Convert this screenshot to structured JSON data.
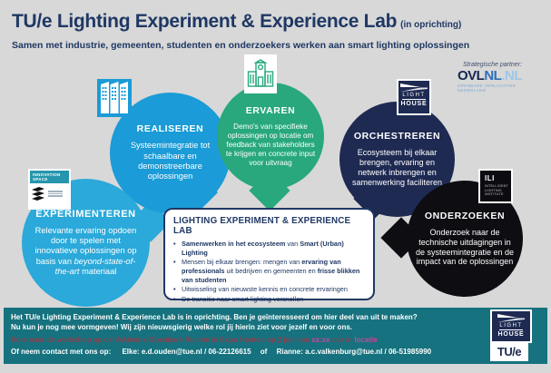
{
  "header": {
    "title": "TU/e Lighting Experiment & Experience Lab",
    "title_suffix": "(in oprichting)",
    "subtitle": "Samen met industrie, gemeenten, studenten en onderzoekers werken aan smart lighting oplossingen"
  },
  "partner": {
    "label": "Strategische partner:",
    "logo_part1": "OVL",
    "logo_part2": "NL",
    "logo_part3": ".NL",
    "logo_subtext": "OPENBARE VERLICHTING NEDERLAND"
  },
  "lighthouse_logo": {
    "line1": "LIGHT",
    "line2": "HOUSE"
  },
  "ili_logo": {
    "title": "ILI",
    "sub1": "INTELLIGENT",
    "sub2": "LIGHTING",
    "sub3": "INSTITUTE"
  },
  "innovation_space_logo": {
    "line1": "INNOVATION",
    "line2": "SPACE"
  },
  "tue_logo": {
    "text": "TU/e"
  },
  "balloons": {
    "experimenteren": {
      "title": "EXPERIMENTEREN",
      "body_segments": [
        {
          "t": "Relevante ervaring opdoen door te spelen met innovatieve oplossingen op basis van "
        },
        {
          "t": "beyond-state-of-the-art",
          "i": true
        },
        {
          "t": " materiaal"
        }
      ]
    },
    "realiseren": {
      "title": "REALISEREN",
      "body": "Systeemintegratie tot schaalbare en demonstreerbare oplossingen"
    },
    "ervaren": {
      "title": "ERVAREN",
      "body": "Demo's van specifieke oplossingen op locatie om feedback van stakeholders te krijgen en concrete input voor uitvraag"
    },
    "orchestreren": {
      "title": "ORCHESTREREN",
      "body": "Ecosysteem bij elkaar brengen, ervaring en netwerk inbrengen en samenwerking faciliteren"
    },
    "onderzoeken": {
      "title": "ONDERZOEKEN",
      "body": "Onderzoek naar de technische uitdagingen in de systeemintegratie en de impact van de oplossingen"
    }
  },
  "center_box": {
    "title": "LIGHTING EXPERIMENT & EXPERIENCE LAB",
    "bullets": [
      [
        {
          "t": "Samenwerken in het ecosysteem",
          "b": true
        },
        {
          "t": " van "
        },
        {
          "t": "Smart (Urban) Lighting",
          "b": true
        }
      ],
      [
        {
          "t": "Mensen bij elkaar brengen: mengen van "
        },
        {
          "t": "ervaring van professionals",
          "b": true
        },
        {
          "t": " uit bedrijven en gemeenten en "
        },
        {
          "t": "frisse blikken van studenten",
          "b": true
        }
      ],
      [
        {
          "t": "Uitwisseling van nieuwste kennis en concrete ervaringen"
        }
      ],
      [
        {
          "t": "De transitie naar smart lighting versnellen"
        }
      ]
    ]
  },
  "footer": {
    "line1": "Het TU/e Lighting Experiment & Experience Lab is in oprichting. Ben je geïnteresseerd om hier deel van uit te maken?",
    "line2": "Nu kun je nog mee vormgeven! Wij zijn nieuwsgierig welke rol jij hierin ziet voor jezelf en voor ons.",
    "line3_segments": [
      {
        "t": "Kom naar de workshop op de Vakbeurs Openbare Ruimte in Expo Houten op 2 juni om "
      },
      {
        "t": "xx:xx",
        "hl": true
      },
      {
        "t": " uur in "
      },
      {
        "t": "locatie",
        "hl": true
      }
    ],
    "contact_label": "Of neem contact met ons op:",
    "contact1": "Elke: e.d.ouden@tue.nl / 06-22126615",
    "separator": "of",
    "contact2": "Rianne: a.c.valkenburg@tue.nl / 06-51985990"
  },
  "colors": {
    "navy": "#1f3864",
    "balloon_navy": "#1e2a52",
    "light_blue": "#2aa9da",
    "blue": "#1b9bd7",
    "green": "#28a87c",
    "black_balloon": "#0d0d12",
    "teal_footer": "#16727e",
    "magenta_highlight": "#c7479e",
    "rose_line": "#8c3f4f"
  }
}
